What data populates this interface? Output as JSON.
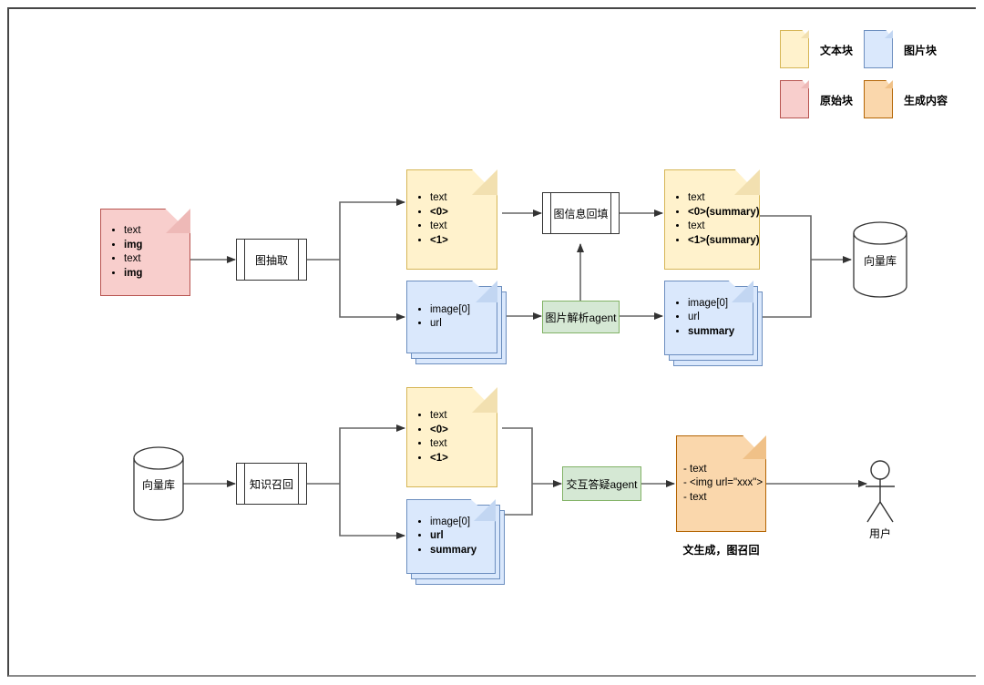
{
  "legend": {
    "items": [
      {
        "name": "text-block",
        "label": "文本块",
        "color": "#fff2cc",
        "border": "#d6b656"
      },
      {
        "name": "image-block",
        "label": "图片块",
        "color": "#dae8fc",
        "border": "#6c8ebf"
      },
      {
        "name": "raw-block",
        "label": "原始块",
        "color": "#f8cecc",
        "border": "#b85450"
      },
      {
        "name": "generated-content",
        "label": "生成内容",
        "color": "#fad7ac",
        "border": "#b46504"
      }
    ]
  },
  "ingest": {
    "source_doc": {
      "lines": [
        {
          "text": "text",
          "bold": false
        },
        {
          "text": "img",
          "bold": true
        },
        {
          "text": "text",
          "bold": false
        },
        {
          "text": "img",
          "bold": true
        }
      ]
    },
    "extract_process": "图抽取",
    "text_chunk": {
      "lines": [
        {
          "text": "text",
          "bold": false
        },
        {
          "text": "<0>",
          "bold": true
        },
        {
          "text": "text",
          "bold": false
        },
        {
          "text": "<1>",
          "bold": true
        }
      ]
    },
    "image_chunk": {
      "lines": [
        {
          "text": "image[0]",
          "bold": false
        },
        {
          "text": "url",
          "bold": false
        }
      ]
    },
    "backfill_process": "图信息回填",
    "image_agent": "图片解析agent",
    "text_chunk_filled": {
      "lines": [
        {
          "text": "text",
          "bold": false
        },
        {
          "text": "<0>(summary)",
          "bold": true
        },
        {
          "text": "text",
          "bold": false
        },
        {
          "text": "<1>(summary)",
          "bold": true
        }
      ]
    },
    "image_chunk_filled": {
      "lines": [
        {
          "text": "image[0]",
          "bold": false
        },
        {
          "text": "url",
          "bold": false
        },
        {
          "text": "summary",
          "bold": true
        }
      ]
    },
    "vector_store": "向量库"
  },
  "retrieval": {
    "vector_store": "向量库",
    "recall_process": "知识召回",
    "text_chunk": {
      "lines": [
        {
          "text": "text",
          "bold": false
        },
        {
          "text": "<0>",
          "bold": true
        },
        {
          "text": "text",
          "bold": false
        },
        {
          "text": "<1>",
          "bold": true
        }
      ]
    },
    "image_chunk": {
      "lines": [
        {
          "text": "image[0]",
          "bold": false
        },
        {
          "text": "url",
          "bold": true
        },
        {
          "text": "summary",
          "bold": true
        }
      ]
    },
    "qa_agent": "交互答疑agent",
    "answer_doc": {
      "lines": [
        {
          "text": "- text",
          "bold": false
        },
        {
          "text": "- <img url=\"xxx\">",
          "bold": false
        },
        {
          "text": "- text",
          "bold": false
        }
      ]
    },
    "answer_caption": "文生成，图召回",
    "user": "用户"
  }
}
